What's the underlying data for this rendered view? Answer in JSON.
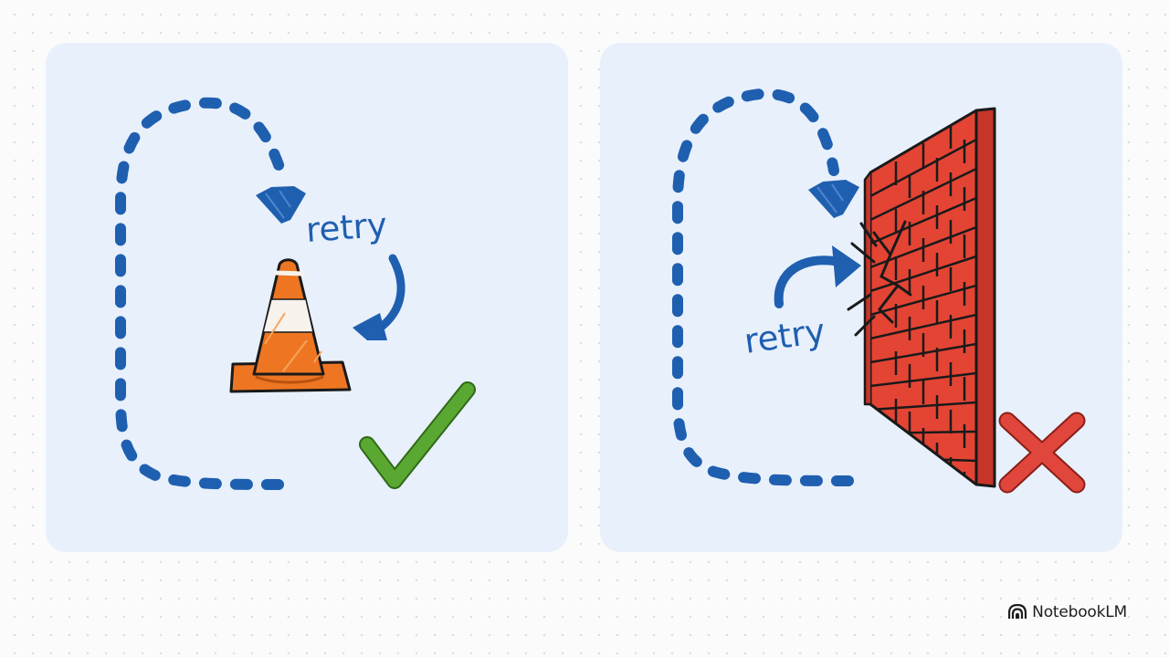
{
  "panels": [
    {
      "retry_label": "retry",
      "obstacle_icon": "traffic-cone-icon",
      "outcome_icon": "checkmark-icon",
      "outcome_color": "#5aa832"
    },
    {
      "retry_label": "retry",
      "obstacle_icon": "brick-wall-icon",
      "outcome_icon": "x-mark-icon",
      "outcome_color": "#e0463c"
    }
  ],
  "colors": {
    "arrow": "#1f5fb0",
    "panel_background": "#e8f0fb",
    "cone": "#ee7622",
    "wall": "#e44434"
  },
  "brand": {
    "name": "NotebookLM",
    "icon": "notebooklm-logo-icon"
  }
}
